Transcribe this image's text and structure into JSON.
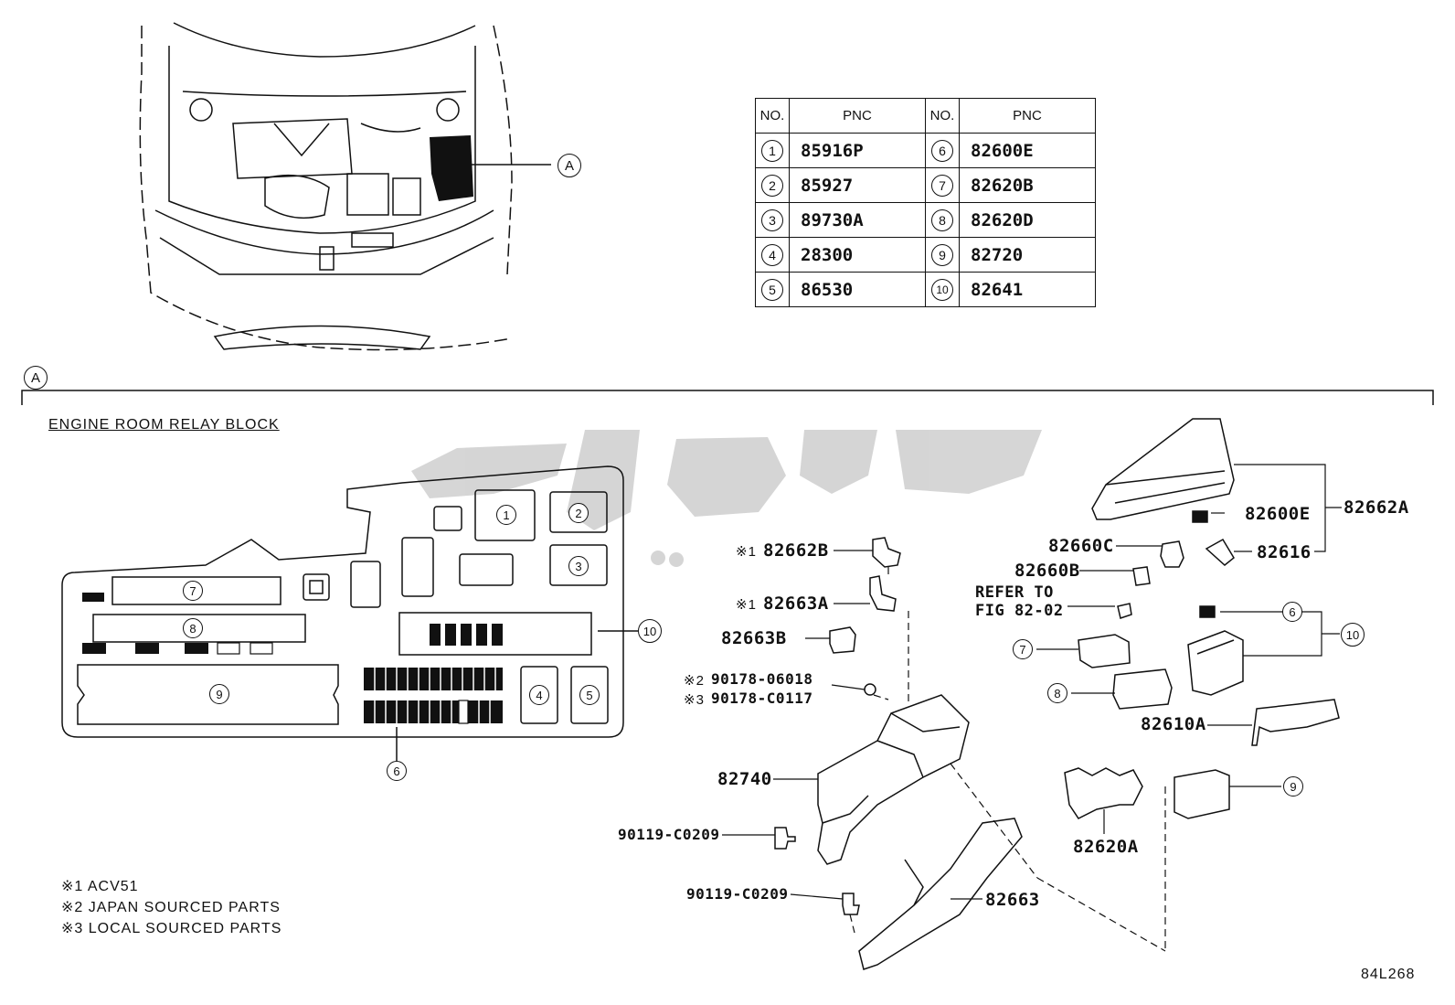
{
  "pnc_table": {
    "headers": [
      "NO.",
      "PNC",
      "NO.",
      "PNC"
    ],
    "rows": [
      {
        "no_left": "1",
        "pnc_left": "85916P",
        "no_right": "6",
        "pnc_right": "82600E"
      },
      {
        "no_left": "2",
        "pnc_left": "85927",
        "no_right": "7",
        "pnc_right": "82620B"
      },
      {
        "no_left": "3",
        "pnc_left": "89730A",
        "no_right": "8",
        "pnc_right": "82620D"
      },
      {
        "no_left": "4",
        "pnc_left": "28300",
        "no_right": "9",
        "pnc_right": "82720"
      },
      {
        "no_left": "5",
        "pnc_left": "86530",
        "no_right": "10",
        "pnc_right": "82641"
      }
    ]
  },
  "view_ref": "A",
  "section_title": "ENGINE ROOM RELAY BLOCK",
  "block_markers": [
    "1",
    "2",
    "3",
    "4",
    "5",
    "6",
    "7",
    "8",
    "9",
    "10"
  ],
  "part_labels": {
    "p82662B": "82662B",
    "p82663A": "82663A",
    "p82663B": "82663B",
    "p90178_06018": "90178-06018",
    "p90178_C0117": "90178-C0117",
    "p82740": "82740",
    "p90119_a": "90119-C0209",
    "p90119_b": "90119-C0209",
    "p82663": "82663",
    "p82600E": "82600E",
    "p82662A": "82662A",
    "p82660C": "82660C",
    "p82616": "82616",
    "p82660B": "82660B",
    "refer_line1": "REFER TO",
    "refer_line2": "FIG 82-02",
    "p82610A": "82610A",
    "p82620A": "82620A"
  },
  "mark_prefixes": {
    "m1a": "※1",
    "m1b": "※1",
    "m2": "※2",
    "m3": "※3"
  },
  "exploded_markers": {
    "c7": "7",
    "c8": "8",
    "c6": "6",
    "c10": "10",
    "c9": "9"
  },
  "footnotes": [
    "※1 ACV51",
    "※2 JAPAN SOURCED PARTS",
    "※3 LOCAL SOURCED PARTS"
  ],
  "figure_code": "84L268",
  "watermark_text": "تویوتا"
}
